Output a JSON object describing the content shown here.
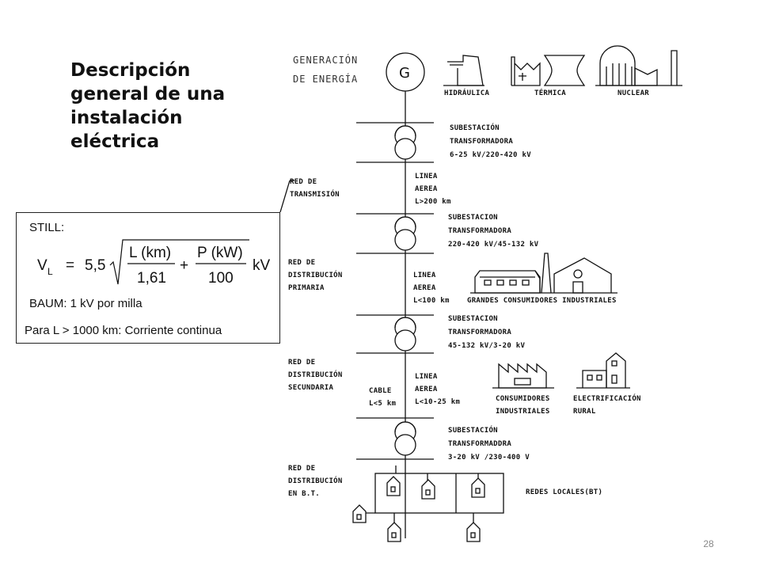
{
  "title_lines": [
    "Descripción",
    "general de una",
    "instalación",
    "eléctrica"
  ],
  "formula_box": {
    "still_label": "STILL:",
    "formula": {
      "lhs": "V",
      "lhs_sub": "L",
      "eq": "=",
      "coef": "5,5",
      "frac1_num": "L (km)",
      "frac1_den": "1,61",
      "plus": "+",
      "frac2_num": "P (kW)",
      "frac2_den": "100",
      "unit": "kV"
    },
    "baum_line": "BAUM:  1 kV por milla",
    "dc_line": "Para L > 1000 km: Corriente continua"
  },
  "diagram": {
    "generation": [
      "GENERACIÓN",
      "DE ENERGÍA"
    ],
    "plants": [
      "HIDRÁULICA",
      "TÉRMICA",
      "NUCLEAR"
    ],
    "substation_1": [
      "SUBESTACIÓN",
      "TRANSFORMADORA",
      "6-25 kV/220-420 kV"
    ],
    "line_1": [
      "LINEA",
      "AEREA",
      "L>200 km"
    ],
    "substation_2": [
      "SUBESTACION",
      "TRANSFORMADORA",
      "220-420 kV/45-132 kV"
    ],
    "line_2": [
      "LINEA",
      "AEREA",
      "L<100 km"
    ],
    "large_consumers": "GRANDES CONSUMIDORES INDUSTRIALES",
    "substation_3": [
      "SUBESTACION",
      "TRANSFORMADORA",
      "45-132 kV/3-20 kV"
    ],
    "cable": [
      "CABLE",
      "L<5 km"
    ],
    "line_3": [
      "LINEA",
      "AEREA",
      "L<10-25 km"
    ],
    "industrial_consumers": [
      "CONSUMIDORES",
      "INDUSTRIALES"
    ],
    "rural": [
      "ELECTRIFICACIÓN",
      "RURAL"
    ],
    "substation_4": [
      "SUBESTACIÓN",
      "TRANSFORMADDRA",
      "3-20 kV /230-400 V"
    ],
    "local_networks": "REDES LOCALES(BT)",
    "network_transmission": [
      "RED DE",
      "TRANSMISIÓN"
    ],
    "network_primary": [
      "RED DE",
      "DISTRIBUCIÓN",
      "PRIMARIA"
    ],
    "network_secondary": [
      "RED DE",
      "DISTRIBUCIÓN",
      "SECUNDARIA"
    ],
    "network_lv": [
      "RED DE",
      "DISTRIBUCIÓN",
      "EN B.T."
    ],
    "generator_symbol": "G"
  },
  "page_number": "28"
}
